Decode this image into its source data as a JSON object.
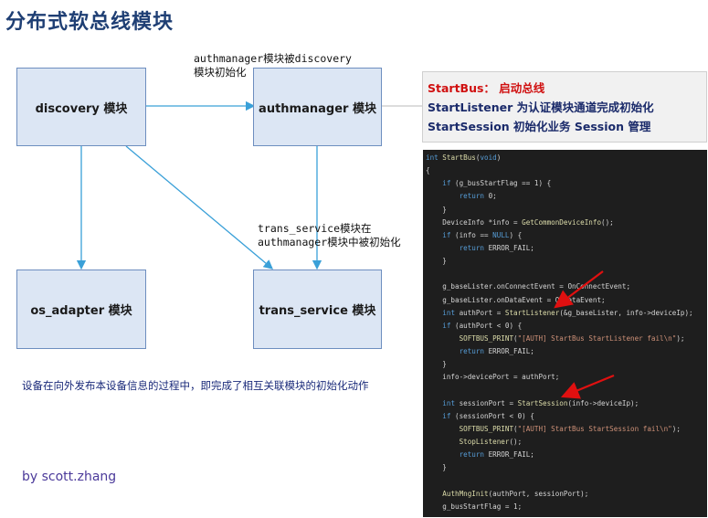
{
  "title": "分布式软总线模块",
  "boxes": {
    "discovery": "discovery 模块",
    "authmanager": "authmanager 模块",
    "os_adapter": "os_adapter 模块",
    "trans_service": "trans_service 模块"
  },
  "labels": {
    "auth_init_line1": "authmanager模块被discovery",
    "auth_init_line2": "模块初始化",
    "trans_init_line1": "trans_service模块在",
    "trans_init_line2": "authmanager模块中被初始化"
  },
  "note": "设备在向外发布本设备信息的过程中，即完成了相互关联模块的初始化动作",
  "author": "by scott.zhang",
  "callout": {
    "line1_key": "StartBus：",
    "line1_desc": "启动总线",
    "line2": "StartListener 为认证模块通道完成初始化",
    "line3": "StartSession 初始化业务 Session 管理"
  },
  "colors": {
    "box_fill": "#dce6f4",
    "box_border": "#6d8ebf",
    "arrow": "#3aa0d8",
    "code_bg": "#1e1e1e",
    "pointer": "#e01010"
  },
  "code_lines": [
    "int StartBus(void)",
    "{",
    "    if (g_busStartFlag == 1) {",
    "        return 0;",
    "    }",
    "    DeviceInfo *info = GetCommonDeviceInfo();",
    "    if (info == NULL) {",
    "        return ERROR_FAIL;",
    "    }",
    "",
    "    g_baseLister.onConnectEvent = OnConnectEvent;",
    "    g_baseLister.onDataEvent = OnDataEvent;",
    "    int authPort = StartListener(&g_baseLister, info->deviceIp);",
    "    if (authPort < 0) {",
    "        SOFTBUS_PRINT(\"[AUTH] StartBus StartListener fail\\n\");",
    "        return ERROR_FAIL;",
    "    }",
    "    info->devicePort = authPort;",
    "",
    "    int sessionPort = StartSession(info->deviceIp);",
    "    if (sessionPort < 0) {",
    "        SOFTBUS_PRINT(\"[AUTH] StartBus StartSession fail\\n\");",
    "        StopListener();",
    "        return ERROR_FAIL;",
    "    }",
    "",
    "    AuthMngInit(authPort, sessionPort);",
    "    g_busStartFlag = 1;"
  ]
}
